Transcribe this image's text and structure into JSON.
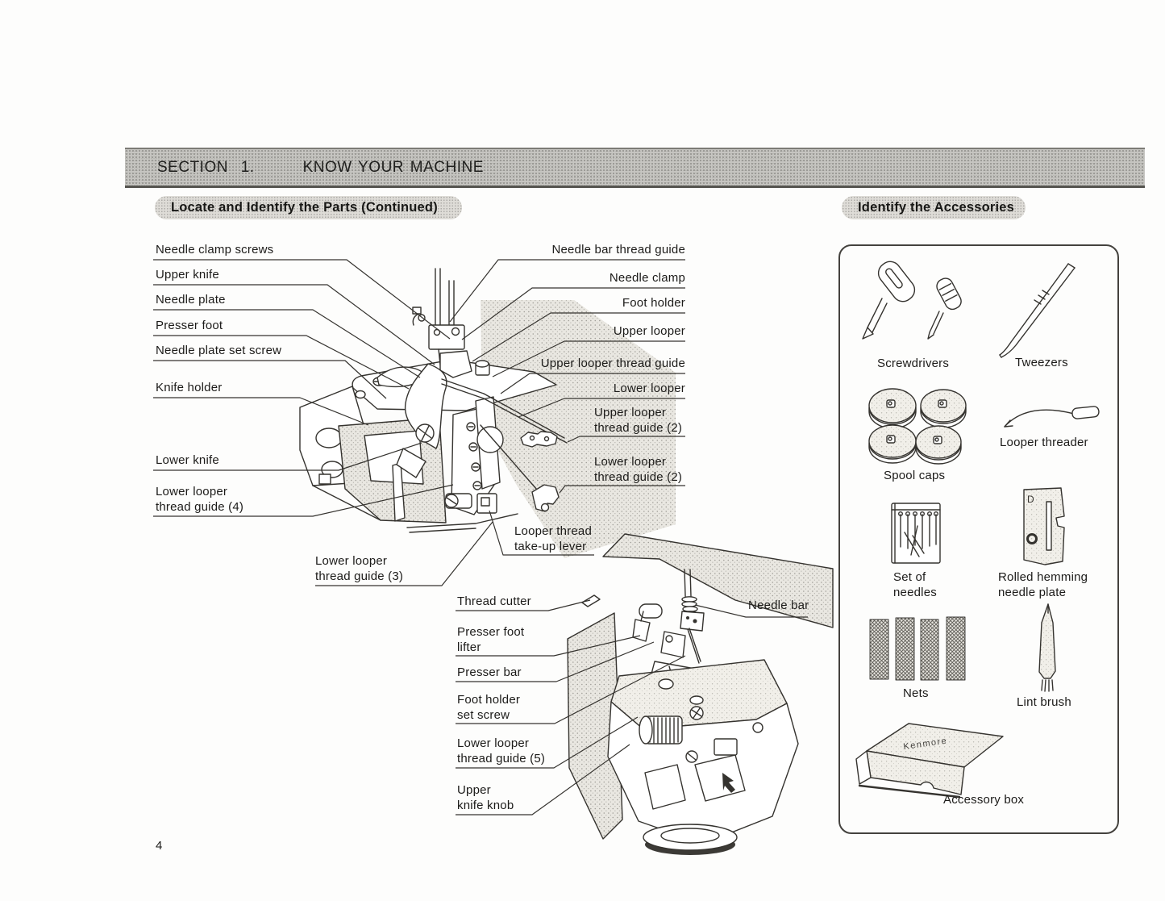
{
  "header": {
    "section_label": "SECTION 1.",
    "section_title": "KNOW YOUR MACHINE"
  },
  "parts_section": {
    "title": "Locate and Identify the Parts (Continued)",
    "labels": [
      {
        "text": "Needle clamp screws"
      },
      {
        "text": "Upper knife"
      },
      {
        "text": "Needle plate"
      },
      {
        "text": "Presser foot"
      },
      {
        "text": "Needle plate set screw"
      },
      {
        "text": "Knife holder"
      },
      {
        "text": "Lower knife"
      },
      {
        "text": "Lower looper\nthread guide (4)"
      },
      {
        "text": "Lower looper\nthread guide (3)"
      },
      {
        "text": "Needle bar thread guide"
      },
      {
        "text": "Needle clamp"
      },
      {
        "text": "Foot holder"
      },
      {
        "text": "Upper looper"
      },
      {
        "text": "Upper looper thread guide"
      },
      {
        "text": "Lower looper"
      },
      {
        "text": "Upper looper\nthread guide (2)"
      },
      {
        "text": "Lower looper\nthread guide (2)"
      },
      {
        "text": "Looper thread\ntake-up lever"
      },
      {
        "text": "Thread cutter"
      },
      {
        "text": "Presser foot\nlifter"
      },
      {
        "text": "Presser bar"
      },
      {
        "text": "Foot holder\nset screw"
      },
      {
        "text": "Lower looper\nthread guide (5)"
      },
      {
        "text": "Upper\nknife knob"
      },
      {
        "text": "Needle bar"
      }
    ]
  },
  "accessories_section": {
    "title": "Identify the Accessories",
    "items": [
      {
        "label": "Screwdrivers"
      },
      {
        "label": "Tweezers"
      },
      {
        "label": "Spool caps"
      },
      {
        "label": "Looper threader"
      },
      {
        "label": "Set of\nneedles"
      },
      {
        "label": "Rolled hemming\nneedle plate"
      },
      {
        "label": "Nets"
      },
      {
        "label": "Lint brush"
      },
      {
        "label": "Accessory box"
      }
    ],
    "box_brand": "Kenmore",
    "plate_letter": "D"
  },
  "page_number": "4"
}
